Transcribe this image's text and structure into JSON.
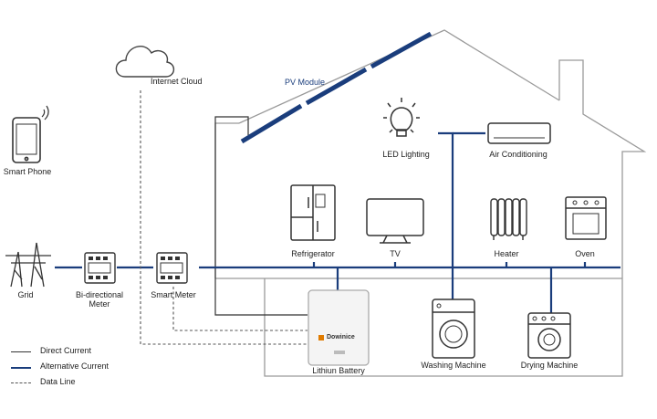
{
  "labels": {
    "internet_cloud": "Internet Cloud",
    "pv_module": "PV Module",
    "smart_phone": "Smart Phone",
    "led_lighting": "LED Lighting",
    "air_conditioning": "Air Conditioning",
    "refrigerator": "Refrigerator",
    "tv": "TV",
    "heater": "Heater",
    "oven": "Oven",
    "grid": "Grid",
    "bidirectional_meter_line1": "Bi-directional",
    "bidirectional_meter_line2": "Meter",
    "smart_meter": "Smart Meter",
    "lithium_battery": "Lithiun Battery",
    "washing_machine": "Washing Machine",
    "drying_machine": "Drying Machine",
    "battery_brand": "Dowinice"
  },
  "legend": [
    {
      "type": "dc",
      "label": "Direct Current"
    },
    {
      "type": "ac",
      "label": "Alternative Current"
    },
    {
      "type": "dl",
      "label": "Data Line"
    }
  ],
  "colors": {
    "ac_line": "#1a3d7c",
    "dc_line": "#333333",
    "data_line": "#555555",
    "house_outline": "#9a9a9a",
    "pv_panel": "#1a3d7c",
    "battery_accent": "#e07b00"
  }
}
